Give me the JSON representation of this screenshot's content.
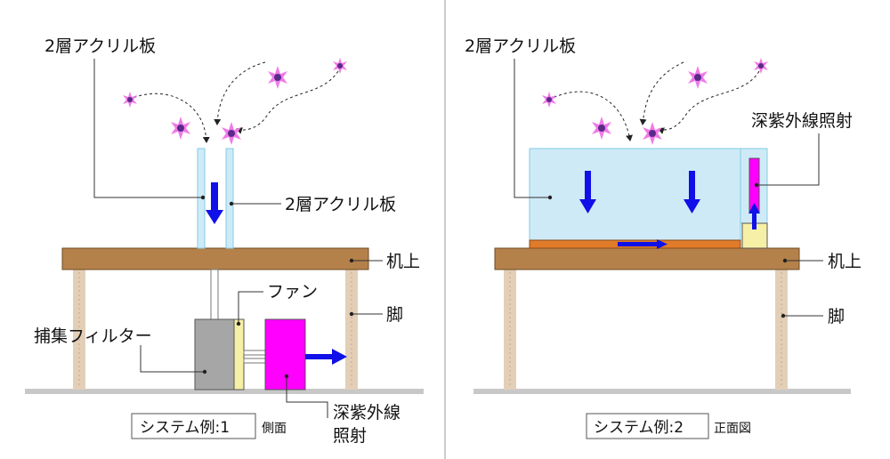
{
  "colors": {
    "desk": "#b5814a",
    "leg": "#e3cfb8",
    "floor": "#c8c8c8",
    "acrylic": "#cfeaf7",
    "acrylic_edge": "#7fcde6",
    "filter": "#a6a6a6",
    "fan": "#f6efa6",
    "uv_lamp": "#ff00ff",
    "arrow": "#1010e8",
    "particle": "#f07ae8",
    "particle_core": "#5a2a8a",
    "orange_bar": "#e07b2a"
  },
  "left": {
    "acrylic_top": "2層アクリル板",
    "acrylic_side": "2層アクリル板",
    "desk": "机上",
    "fan": "ファン",
    "leg": "脚",
    "filter": "捕集フィルター",
    "uv_line1": "深紫外線",
    "uv_line2": "照射",
    "caption_box": "システム例:1",
    "caption_sub": "側面"
  },
  "right": {
    "acrylic_top": "2層アクリル板",
    "uv": "深紫外線照射",
    "desk": "机上",
    "leg": "脚",
    "caption_box": "システム例:2",
    "caption_sub": "正面図"
  }
}
